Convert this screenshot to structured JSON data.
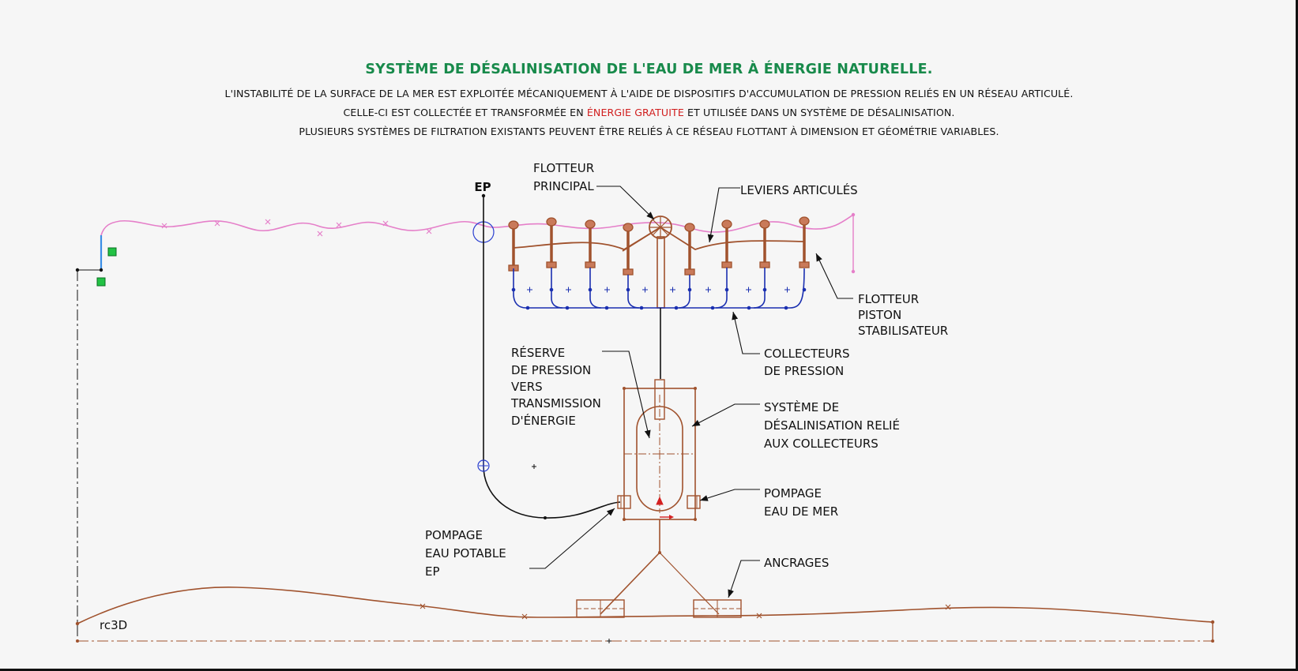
{
  "header": {
    "title": "SYSTÈME DE DÉSALINISATION DE L'EAU DE MER À ÉNERGIE NATURELLE.",
    "line1": "L'INSTABILITÉ DE LA SURFACE DE LA MER EST EXPLOITÉE MÉCANIQUEMENT À L'AIDE DE DISPOSITIFS D'ACCUMULATION DE PRESSION RELIÉS EN UN RÉSEAU ARTICULÉ.",
    "line2_before": "CELLE-CI EST COLLECTÉE ET TRANSFORMÉE EN ",
    "line2_highlight": "ÉNERGIE GRATUITE",
    "line2_after": " ET UTILISÉE DANS UN SYSTÈME DE DÉSALINISATION.",
    "line3": "PLUSIEURS SYSTÈMES DE FILTRATION EXISTANTS PEUVENT ÊTRE RELIÉS À CE RÉSEAU FLOTTANT À DIMENSION ET GÉOMÉTRIE VARIABLES."
  },
  "labels": {
    "ep": "EP",
    "flotteur_principal": [
      "FLOTTEUR",
      "PRINCIPAL"
    ],
    "leviers": "LEVIERS ARTICULÉS",
    "flotteur_piston": [
      "FLOTTEUR",
      "PISTON",
      "STABILISATEUR"
    ],
    "collecteurs": [
      "COLLECTEURS",
      "DE PRESSION"
    ],
    "reserve": [
      "RÉSERVE",
      "DE PRESSION",
      "VERS",
      "TRANSMISSION",
      "D'ÉNERGIE"
    ],
    "desalinisation": [
      "SYSTÈME DE",
      "DÉSALINISATION RELIÉ",
      "AUX COLLECTEURS"
    ],
    "pompage_mer": [
      "POMPAGE",
      "EAU DE MER"
    ],
    "pompage_potable": [
      "POMPAGE",
      "EAU POTABLE",
      "EP"
    ],
    "ancrages": "ANCRAGES",
    "signature": "rc3D"
  },
  "colors": {
    "title_green": "#188a4b",
    "highlight_red": "#d11e1e",
    "structure_brown": "#a0522d",
    "collector_blue": "#1a2fb0",
    "wave_pink": "#e57fc9",
    "leader_black": "#111111"
  }
}
